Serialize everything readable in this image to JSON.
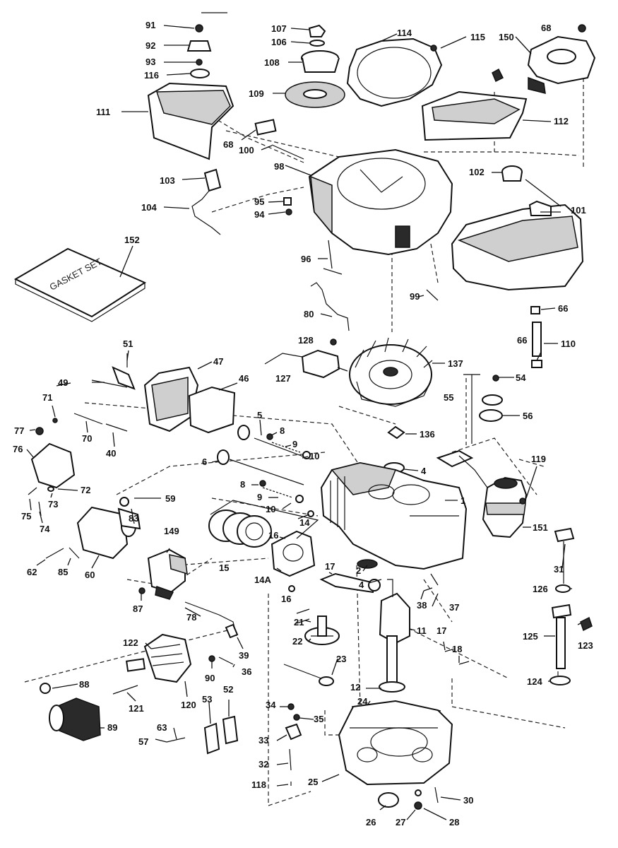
{
  "diagram": {
    "manual_label": "GASKET SET",
    "callouts": {
      "c1": "1",
      "c2": "2",
      "c4": "4",
      "c4b": "4",
      "c5": "5",
      "c6": "6",
      "c8": "8",
      "c8b": "8",
      "c9": "9",
      "c9b": "9",
      "c10": "10",
      "c10b": "10",
      "c11": "11",
      "c12": "12",
      "c14": "14",
      "c14a": "14A",
      "c15": "15",
      "c16": "16",
      "c16b": "16",
      "c17": "17",
      "c17b": "17",
      "c18": "18",
      "c21": "21",
      "c22": "22",
      "c23": "23",
      "c24": "24",
      "c25": "25",
      "c26": "26",
      "c27": "27",
      "c28": "28",
      "c30": "30",
      "c31": "31",
      "c32": "32",
      "c33": "33",
      "c34": "34",
      "c35": "35",
      "c36": "36",
      "c37": "37",
      "c38": "38",
      "c39": "39",
      "c40": "40",
      "c46": "46",
      "c47": "47",
      "c49": "49",
      "c51": "51",
      "c52": "52",
      "c53": "53",
      "c54": "54",
      "c55": "55",
      "c56": "56",
      "c57": "57",
      "c59": "59",
      "c60": "60",
      "c62": "62",
      "c63": "63",
      "c66": "66",
      "c66b": "66",
      "c68": "68",
      "c68b": "68",
      "c70": "70",
      "c71": "71",
      "c72": "72",
      "c73": "73",
      "c74": "74",
      "c75": "75",
      "c76": "76",
      "c77": "77",
      "c78": "78",
      "c80": "80",
      "c83": "83",
      "c85": "85",
      "c87": "87",
      "c88": "88",
      "c89": "89",
      "c90": "90",
      "c91": "91",
      "c92": "92",
      "c93": "93",
      "c94": "94",
      "c95": "95",
      "c96": "96",
      "c98": "98",
      "c99": "99",
      "c100": "100",
      "c101": "101",
      "c102": "102",
      "c103": "103",
      "c104": "104",
      "c106": "106",
      "c107": "107",
      "c108": "108",
      "c109": "109",
      "c110": "110",
      "c111": "111",
      "c112": "112",
      "c114": "114",
      "c115": "115",
      "c116": "116",
      "c118": "118",
      "c119": "119",
      "c120": "120",
      "c121": "121",
      "c122": "122",
      "c123": "123",
      "c124": "124",
      "c125": "125",
      "c126": "126",
      "c127": "127",
      "c128": "128",
      "c136": "136",
      "c137": "137",
      "c149": "149",
      "c150": "150",
      "c151": "151",
      "c152": "152"
    }
  }
}
